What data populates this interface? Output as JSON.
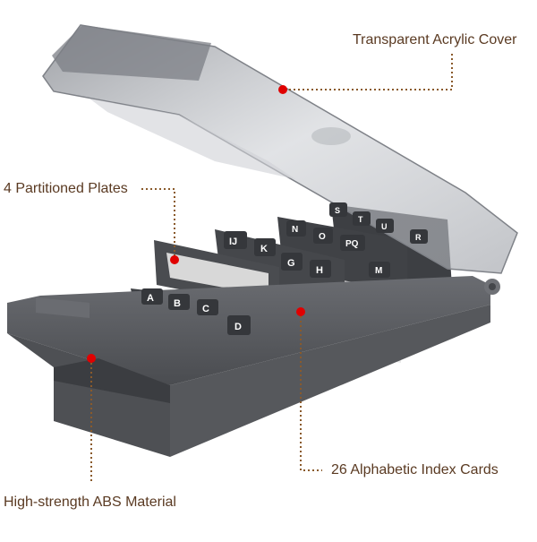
{
  "callouts": {
    "cover": "Transparent Acrylic Cover",
    "plates": "4 Partitioned Plates",
    "material": "High-strength ABS Material",
    "cards": "26 Alphabetic Index Cards"
  },
  "tabs": {
    "front": [
      "A",
      "B",
      "C",
      "D"
    ],
    "second": [
      "IJ",
      "K",
      "G",
      "H"
    ],
    "third": [
      "N",
      "O",
      "PQ",
      "M"
    ],
    "back": [
      "S",
      "T",
      "U",
      "R"
    ]
  },
  "colors": {
    "tray": "#5c5e63",
    "tray_dark": "#3f4145",
    "divider": "#45474b",
    "card": "#ececec",
    "cover": "#b9bcc2",
    "callout_line": "#8a5a2b",
    "callout_dot": "#e00000",
    "label_text": "#5a3a22"
  }
}
